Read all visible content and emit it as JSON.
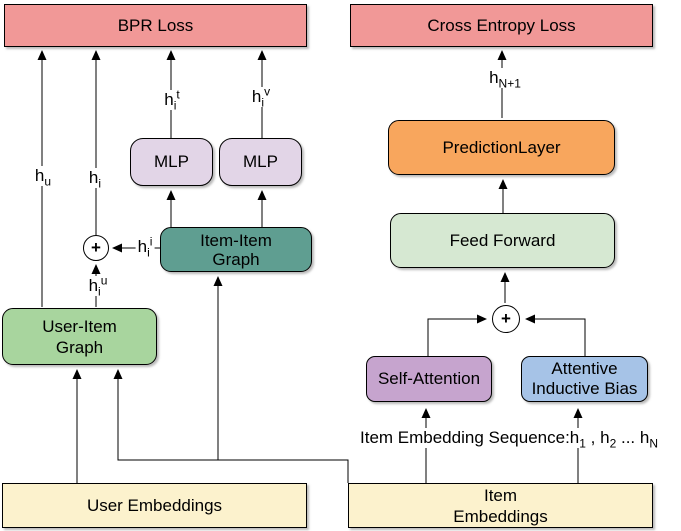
{
  "diagram": {
    "title_left": "BPR Loss",
    "title_right": "Cross Entropy Loss",
    "colors": {
      "loss_fill": "#f19897",
      "mlp_fill": "#e2d5e7",
      "prediction_fill": "#f8a65d",
      "item_item_fill": "#5f9e91",
      "feed_forward_fill": "#d6e8d2",
      "user_item_fill": "#a8d59e",
      "self_attention_fill": "#c6a4ce",
      "inductive_bias_fill": "#a6c3e7",
      "embeddings_fill": "#fcf2cd",
      "line_color": "#000000"
    },
    "nodes": {
      "bpr_loss": {
        "label": "BPR Loss"
      },
      "cross_entropy_loss": {
        "label": "Cross Entropy Loss"
      },
      "mlp_left": {
        "label": "MLP"
      },
      "mlp_right": {
        "label": "MLP"
      },
      "prediction_layer": {
        "label": "PredictionLayer"
      },
      "item_item_graph": {
        "line1": "Item-Item",
        "line2": "Graph"
      },
      "feed_forward": {
        "label": "Feed Forward"
      },
      "user_item_graph": {
        "line1": "User-Item",
        "line2": "Graph"
      },
      "self_attention": {
        "label": "Self-Attention"
      },
      "attentive_inductive_bias": {
        "line1": "Attentive",
        "line2": "Inductive Bias"
      },
      "user_embeddings": {
        "label": "User Embeddings"
      },
      "item_embeddings": {
        "line1": "Item",
        "line2": "Embeddings"
      },
      "sum_left": {
        "symbol": "+"
      },
      "sum_right": {
        "symbol": "+"
      }
    },
    "edge_labels": {
      "h_u": {
        "base": "h",
        "sub": "u"
      },
      "h_i": {
        "base": "h",
        "sub": "i"
      },
      "h_i_t": {
        "base": "h",
        "sub": "i",
        "sup": "t"
      },
      "h_i_v": {
        "base": "h",
        "sub": "i",
        "sup": "v"
      },
      "h_i_i": {
        "base": "h",
        "sub": "i",
        "sup": "i"
      },
      "h_i_u": {
        "base": "h",
        "sub": "i",
        "sup": "u"
      },
      "h_n_plus_1": {
        "base": "h",
        "sub": "N+1"
      }
    },
    "sequence_label": {
      "p1": "Item Embedding Sequence:h",
      "s1": "1",
      "p2": " , h",
      "s2": "2",
      "p3": " ... h",
      "s3": "N"
    }
  }
}
